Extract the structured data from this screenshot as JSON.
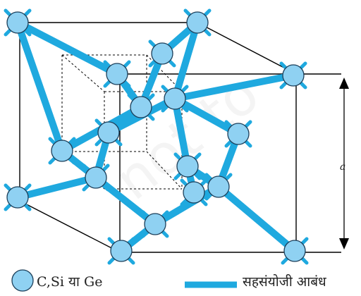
{
  "legend": {
    "atom_label": "C,Si या Ge",
    "bond_label": "सहसंयोजी आबंध"
  },
  "dimension_label": "a",
  "watermark": "not to",
  "colors": {
    "atom_fill": "#8fd1f2",
    "atom_stroke": "#1c3f5a",
    "bond": "#1fa9df",
    "spike": "#1fa9df",
    "cube_line": "#000000"
  }
}
